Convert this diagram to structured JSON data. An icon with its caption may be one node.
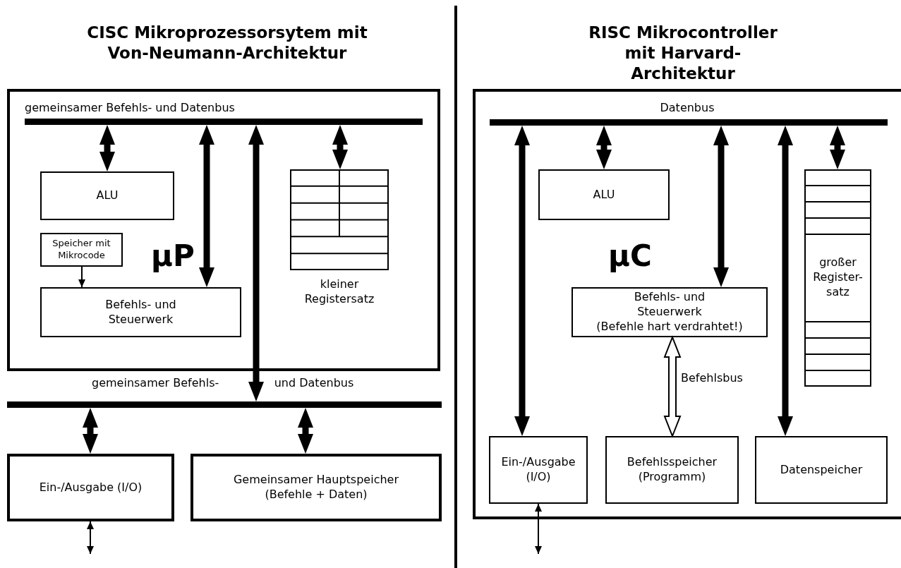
{
  "diagram": {
    "nodes": [
      {
        "text": [
          "µP"
        ]
      },
      {
        "text": [
          "gemeinsamer Befehls- und Datenbus"
        ],
        "in": 0
      },
      {
        "text": [
          "ALU"
        ],
        "in": 0
      },
      {
        "text": [
          "Speicher mit Mikrocode"
        ],
        "in": 0
      },
      {
        "text": [
          "Befehls- und Steuerwerk"
        ],
        "in": 0
      },
      {
        "text": [
          "kleiner Registersatz"
        ],
        "in": 0
      },
      {
        "text": [
          "gemeinsamer Befehls-",
          "und Datenbus"
        ]
      },
      {
        "text": [
          "Ein-/Ausgabe (I/O)"
        ]
      },
      {
        "text": [
          "Gemeinsamer Hauptspeicher (Befehle + Daten)"
        ]
      },
      {
        "text": [
          "µC"
        ]
      },
      {
        "text": [
          "Datenbus"
        ],
        "in": 9
      },
      {
        "text": [
          "ALU"
        ],
        "in": 9
      },
      {
        "text": [
          "Befehls- und Steuerwerk",
          "(Befehle hart verdrahtet!)"
        ],
        "in": 9
      },
      {
        "text": [
          "großer Register-satz"
        ],
        "in": 9
      },
      {
        "text": [
          "Ein-/Ausgabe (I/O)"
        ],
        "in": 9
      },
      {
        "text": [
          "Befehlsspeicher (Programm)"
        ],
        "in": 9
      },
      {
        "text": [
          "Datenspeicher"
        ],
        "in": 9
      }
    ],
    "edges": [
      {
        "from": 1,
        "to": 2,
        "arrow": "both",
        "style": "thick"
      },
      {
        "from": 1,
        "to": 4,
        "arrow": "both",
        "style": "thick"
      },
      {
        "from": 6,
        "to": 1,
        "arrow": "both",
        "style": "thick"
      },
      {
        "from": 1,
        "to": 5,
        "arrow": "both",
        "style": "thick"
      },
      {
        "from": 3,
        "to": 4,
        "arrow": "to"
      },
      {
        "from": 6,
        "to": 7,
        "arrow": "both",
        "style": "thick"
      },
      {
        "from": 6,
        "to": 8,
        "arrow": "both",
        "style": "thick"
      },
      {
        "from": 7,
        "to": null,
        "arrow": "both"
      },
      {
        "from": 14,
        "to": 10,
        "arrow": "both",
        "style": "thick"
      },
      {
        "from": 10,
        "to": 11,
        "arrow": "both",
        "style": "thick"
      },
      {
        "from": 10,
        "to": 12,
        "arrow": "both",
        "style": "thick"
      },
      {
        "from": 10,
        "to": 16,
        "arrow": "both",
        "style": "thick"
      },
      {
        "from": 10,
        "to": 13,
        "arrow": "both",
        "style": "thick"
      },
      {
        "from": 15,
        "to": 12,
        "arrow": "both",
        "style": "thick",
        "color": "#ffffff",
        "label": "Befehlsbus"
      },
      {
        "from": 14,
        "to": null,
        "arrow": "both"
      }
    ],
    "labels": [
      "CISC Mikroprozessorsytem mit Von-Neumann-Architektur",
      "RISC Mikrocontroller mit Harvard-Architektur"
    ]
  }
}
